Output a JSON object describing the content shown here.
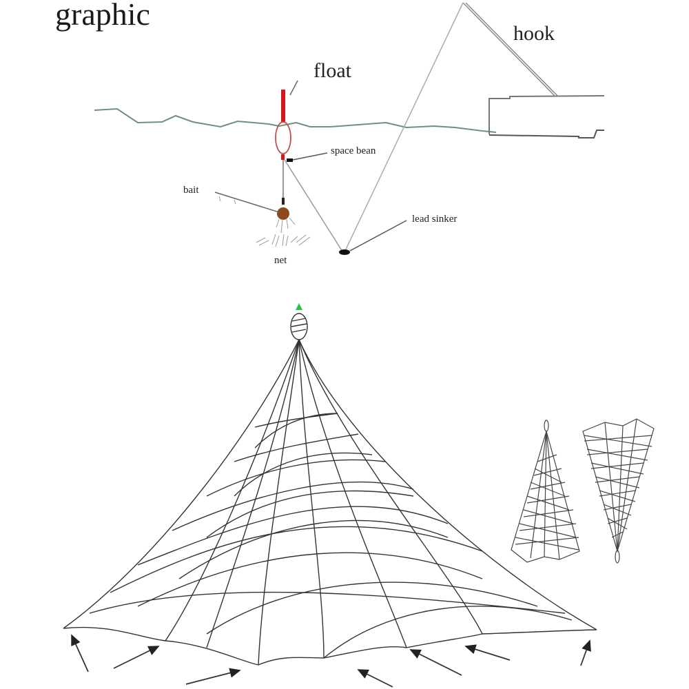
{
  "title": "graphic",
  "labels": {
    "float": "float",
    "hook": "hook",
    "space_bean": "space bean",
    "bait": "bait",
    "lead_sinker": "lead sinker",
    "net": "net"
  },
  "colors": {
    "float": "#d31a1a",
    "water_line": "#6f8f7a",
    "bait": "#8a4a1a",
    "tip_marker": "#27c24a",
    "line": "#555555",
    "watermark": "#e03030"
  },
  "diagrams": {
    "top": "fishing rig setup",
    "bottom": "expanded fishing net with pull arrows",
    "right": [
      "folded net view",
      "inverted net view"
    ]
  }
}
